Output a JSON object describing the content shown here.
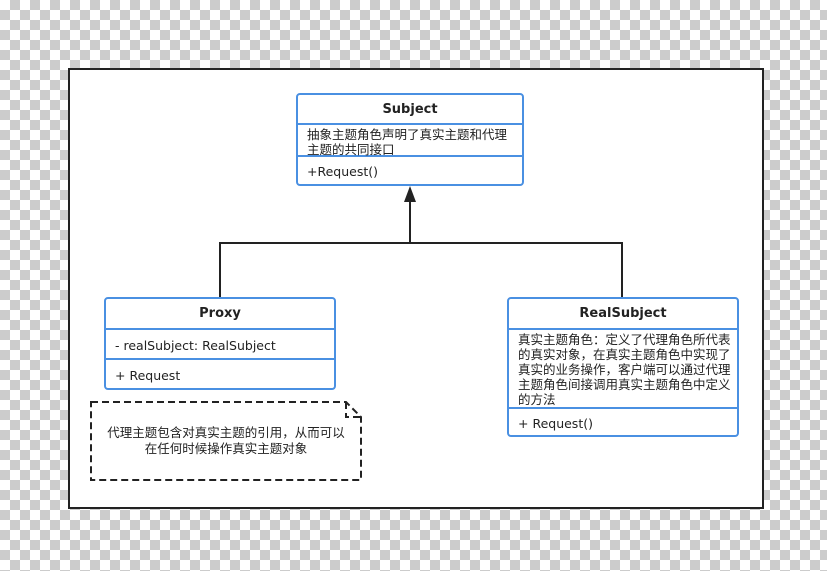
{
  "subject": {
    "name": "Subject",
    "description": "抽象主题角色声明了真实主题和代理主题的共同接口",
    "method": "+Request()"
  },
  "proxy": {
    "name": "Proxy",
    "attribute": "- realSubject: RealSubject",
    "method": "+ Request"
  },
  "real_subject": {
    "name": "RealSubject",
    "description": "真实主题角色：定义了代理角色所代表的真实对象，在真实主题角色中实现了真实的业务操作，客户端可以通过代理主题角色间接调用真实主题角色中定义的方法",
    "method": "+ Request()"
  },
  "note": {
    "text": "代理主题包含对真实主题的引用，从而可以在任何时候操作真实主题对象"
  },
  "colors": {
    "class_border": "#4a90e2",
    "line": "#222222",
    "frame": "#222222"
  }
}
